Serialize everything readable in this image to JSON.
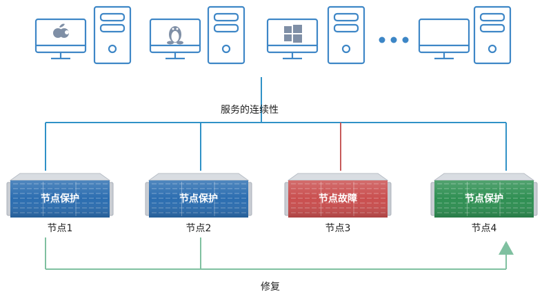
{
  "continuity_label": "服务的连续性",
  "repair_label": "修复",
  "colors": {
    "line_blue": "#2f91c6",
    "line_red": "#c75a5a",
    "line_green": "#7fc0a0",
    "device_stroke": "#3d86c6",
    "os_mark": "#7f8fa6",
    "dots": "#3d86c6",
    "server_blue": "#2b6db0",
    "server_red": "#c94e4e",
    "server_green": "#2e8f52"
  },
  "clients": [
    {
      "os_icon": "apple-icon",
      "has_tower": true
    },
    {
      "os_icon": "linux-icon",
      "has_tower": true
    },
    {
      "os_icon": "windows-icon",
      "has_tower": true
    },
    {
      "os_icon": "none",
      "has_tower": true
    }
  ],
  "ellipsis_icon": "three-dots-icon",
  "nodes": [
    {
      "name": "节点1",
      "status": "节点保护",
      "state": "protected",
      "color": "#2b6db0"
    },
    {
      "name": "节点2",
      "status": "节点保护",
      "state": "protected",
      "color": "#2b6db0"
    },
    {
      "name": "节点3",
      "status": "节点故障",
      "state": "failed",
      "color": "#c94e4e"
    },
    {
      "name": "节点4",
      "status": "节点保护",
      "state": "protected",
      "color": "#2e8f52"
    }
  ]
}
